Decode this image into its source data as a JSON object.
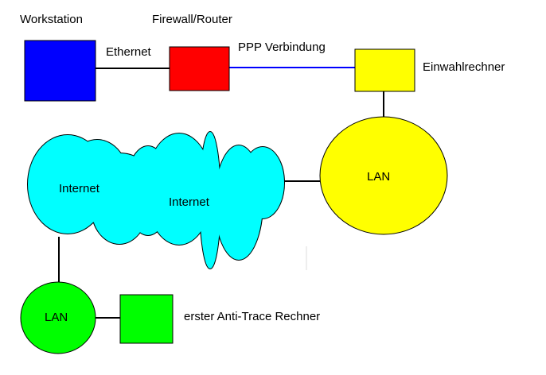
{
  "labels": {
    "workstation": "Workstation",
    "firewall": "Firewall/Router",
    "ethernet": "Ethernet",
    "ppp": "PPP Verbindung",
    "dialin": "Einwahlrechner",
    "lan_right": "LAN",
    "internet_left": "Internet",
    "internet_right": "Internet",
    "lan_left": "LAN",
    "anti_trace": "erster Anti-Trace Rechner"
  },
  "colors": {
    "workstation": "#0000ff",
    "firewall": "#ff0000",
    "dialin": "#ffff00",
    "lan_right": "#ffff00",
    "cloud": "#00ffff",
    "lan_left": "#00ff00",
    "anti_trace": "#00ff00",
    "ppp_link": "#0000ff",
    "link": "#000000"
  }
}
